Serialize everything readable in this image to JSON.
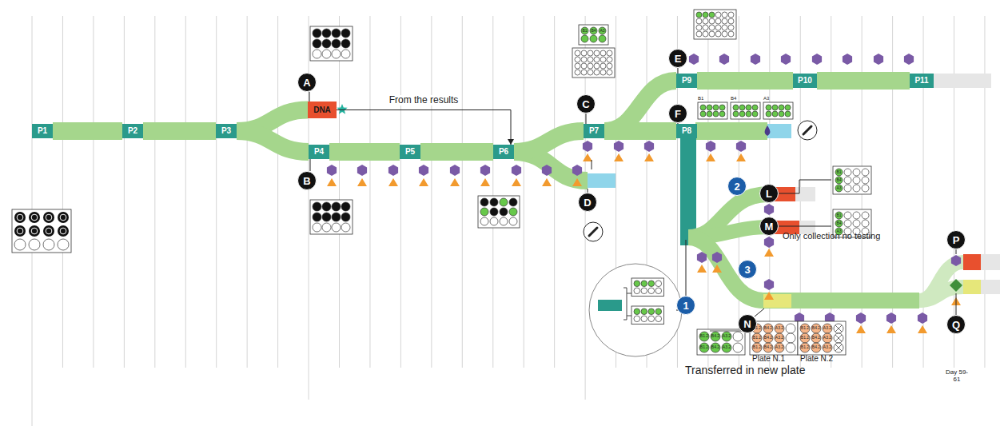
{
  "diagram": {
    "nodes": [
      {
        "text": [
          "P1"
        ]
      },
      {
        "text": [
          "P2"
        ]
      },
      {
        "text": [
          "P3"
        ]
      },
      {
        "text": [
          "DNA"
        ]
      },
      {
        "text": [
          "P4"
        ]
      },
      {
        "text": [
          "P5"
        ]
      },
      {
        "text": [
          "P6"
        ]
      },
      {
        "text": [
          "P7"
        ]
      },
      {
        "text": [
          "P8"
        ]
      },
      {
        "text": [
          "P9"
        ]
      },
      {
        "text": [
          "P10"
        ]
      },
      {
        "text": [
          "P11"
        ]
      },
      {
        "text": [
          "A"
        ]
      },
      {
        "text": [
          "B"
        ]
      },
      {
        "text": [
          "C"
        ]
      },
      {
        "text": [
          "D"
        ]
      },
      {
        "text": [
          "E"
        ]
      },
      {
        "text": [
          "F"
        ]
      },
      {
        "text": [
          "1"
        ]
      },
      {
        "text": [
          "2"
        ]
      },
      {
        "text": [
          "3"
        ]
      },
      {
        "text": [
          "L"
        ]
      },
      {
        "text": [
          "M"
        ]
      },
      {
        "text": [
          "N"
        ]
      },
      {
        "text": [
          "P"
        ]
      },
      {
        "text": [
          "Q"
        ]
      }
    ],
    "edges": [
      {
        "from": 0,
        "to": 1,
        "arrow": "none"
      },
      {
        "from": 1,
        "to": 2,
        "arrow": "none"
      },
      {
        "from": 2,
        "to": 3,
        "arrow": "none"
      },
      {
        "from": 2,
        "to": 4,
        "arrow": "none"
      },
      {
        "from": 4,
        "to": 5,
        "arrow": "none"
      },
      {
        "from": 5,
        "to": 6,
        "arrow": "none"
      },
      {
        "from": 6,
        "to": 7,
        "arrow": "none"
      },
      {
        "from": 7,
        "to": 9,
        "arrow": "none"
      },
      {
        "from": 7,
        "to": 8,
        "arrow": "none"
      },
      {
        "from": 9,
        "to": 10,
        "arrow": "none"
      },
      {
        "from": 10,
        "to": 11,
        "arrow": "none"
      },
      {
        "from": 3,
        "to": 6,
        "label": "From the results",
        "arrow": "to"
      },
      {
        "from": 12,
        "to": 3,
        "arrow": "none"
      },
      {
        "from": 13,
        "to": 4,
        "arrow": "none"
      },
      {
        "from": 14,
        "to": 7,
        "arrow": "none"
      },
      {
        "from": 16,
        "to": 9,
        "arrow": "none"
      },
      {
        "from": 17,
        "to": 8,
        "arrow": "none"
      }
    ],
    "labels": [
      "Only collection no testing",
      "Transferred in new plate",
      "Plate N.1",
      "Plate N.2",
      "Day 59-61",
      "B1",
      "B4",
      "A3",
      "B1",
      "B4",
      "A3",
      "B1",
      "B4",
      "A3",
      "B1",
      "B4",
      "A3",
      "B1.2",
      "B4.2",
      "A3.2",
      "B1.2",
      "B4.2",
      "A3.2",
      "B1.2",
      "B4.2",
      "A3.2",
      "B1.2",
      "B4.2",
      "A3.2",
      "B1.2",
      "B4.2",
      "A3.2",
      "B1.2",
      "B4.2",
      "A3.2",
      "B1.2",
      "B4.2",
      "A3.2",
      "B1.2",
      "B4.2",
      "A3.2"
    ]
  }
}
